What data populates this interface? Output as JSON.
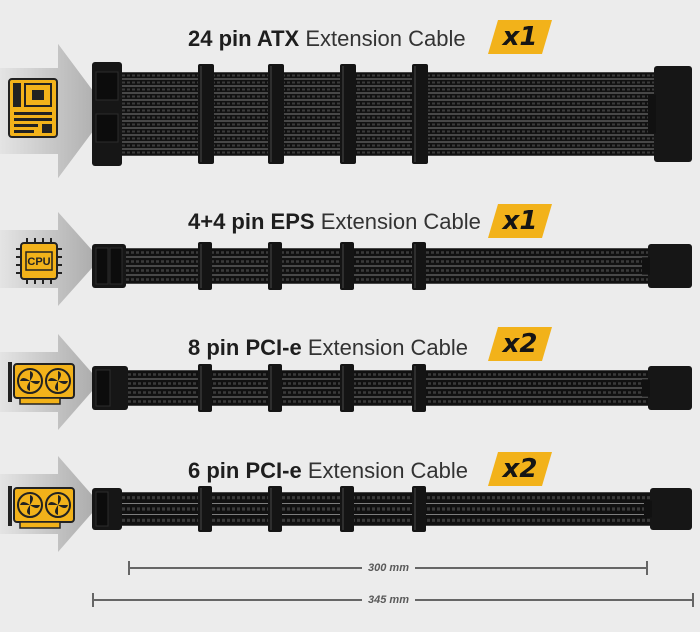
{
  "rows": [
    {
      "pin": "24 pin ATX",
      "suffix": "Extension Cable",
      "qty": "x1",
      "target": "motherboard-icon"
    },
    {
      "pin": "4+4 pin EPS",
      "suffix": "Extension Cable",
      "qty": "x1",
      "target": "cpu-icon",
      "icon_text": "CPU"
    },
    {
      "pin": "8 pin PCI-e",
      "suffix": "Extension Cable",
      "qty": "x2",
      "target": "gpu-icon"
    },
    {
      "pin": "6 pin PCI-e",
      "suffix": "Extension Cable",
      "qty": "x2",
      "target": "gpu-icon"
    }
  ],
  "dimensions": {
    "inner": "300 mm",
    "outer": "345 mm"
  },
  "colors": {
    "accent": "#f2b21a",
    "cable": "#1c1c1c",
    "background": "#ececec",
    "arrow": "#bdbdbd"
  }
}
